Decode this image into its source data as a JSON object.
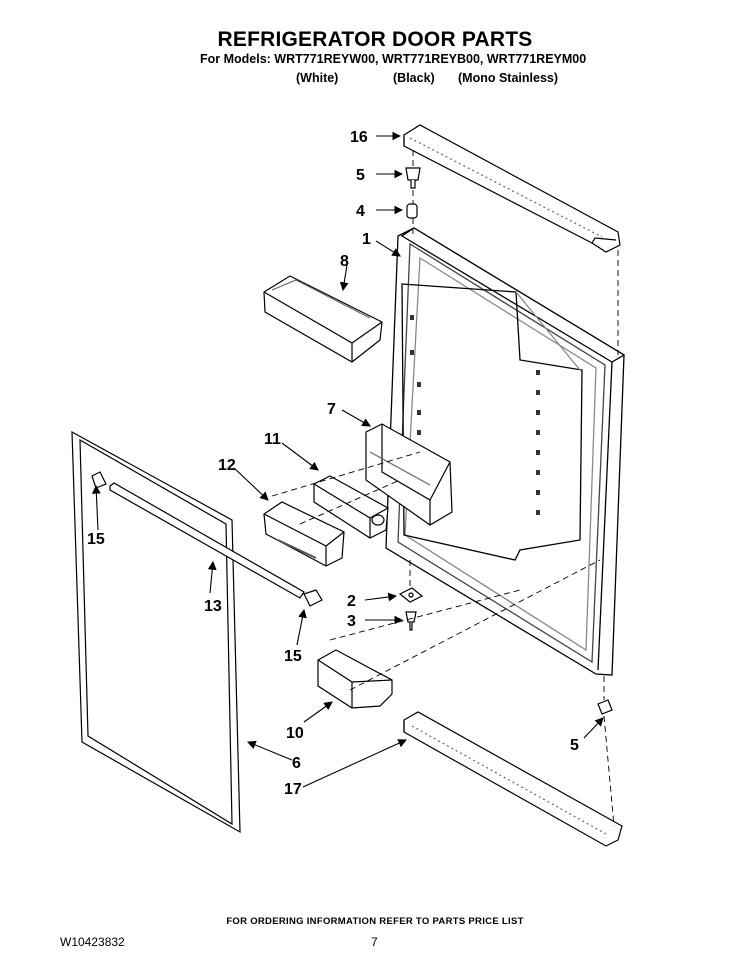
{
  "header": {
    "title": "REFRIGERATOR DOOR PARTS",
    "models_line": "For Models: WRT771REYW00, WRT771REYB00, WRT771REYM00",
    "variants": [
      "(White)",
      "(Black)",
      "(Mono Stainless)"
    ]
  },
  "callouts": {
    "c1": "1",
    "c2": "2",
    "c3": "3",
    "c4": "4",
    "c5a": "5",
    "c5b": "5",
    "c6": "6",
    "c7": "7",
    "c8": "8",
    "c10": "10",
    "c11": "11",
    "c12": "12",
    "c13": "13",
    "c15a": "15",
    "c15b": "15",
    "c16": "16",
    "c17": "17"
  },
  "footer": {
    "note": "FOR ORDERING INFORMATION REFER TO PARTS PRICE LIST",
    "doc_number": "W10423832",
    "page_number": "7"
  }
}
